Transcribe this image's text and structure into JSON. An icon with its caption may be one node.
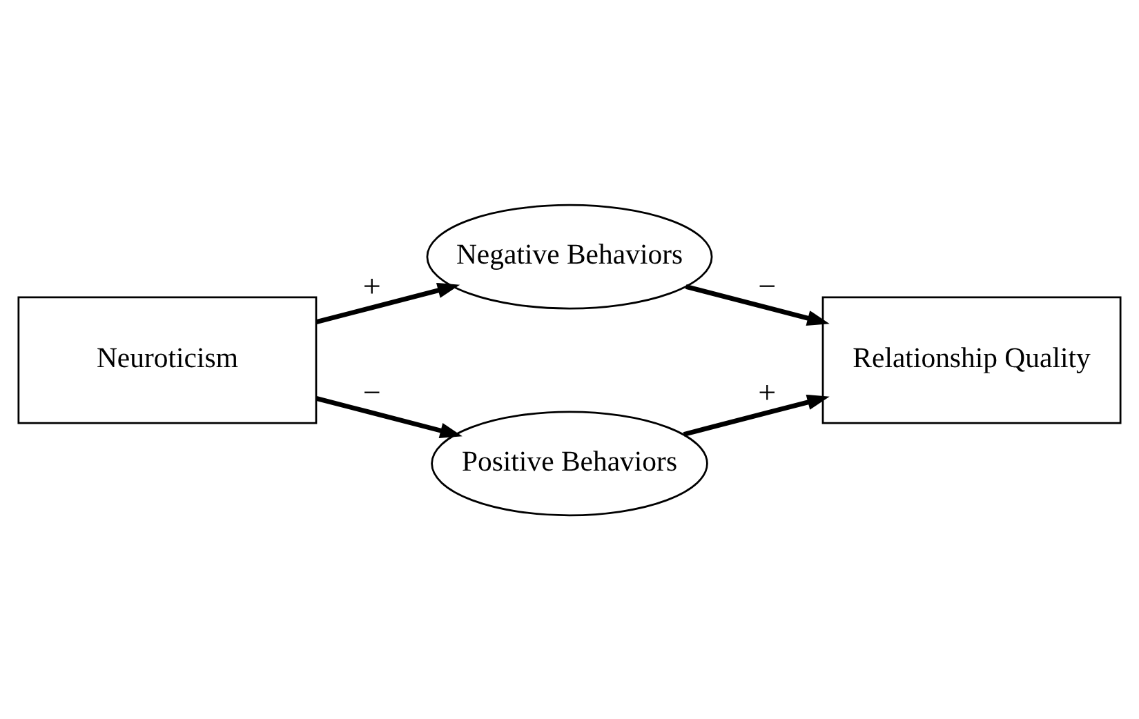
{
  "diagram": {
    "nodes": [
      {
        "text": [
          "Neuroticism"
        ]
      },
      {
        "text": [
          "Negative Behaviors"
        ]
      },
      {
        "text": [
          "Positive Behaviors"
        ]
      },
      {
        "text": [
          "Relationship Quality"
        ]
      }
    ],
    "edges": [
      {
        "from": 0,
        "to": 1,
        "arrow": "to",
        "label": "+"
      },
      {
        "from": 0,
        "to": 2,
        "arrow": "to",
        "label": "−"
      },
      {
        "from": 1,
        "to": 3,
        "arrow": "to",
        "label": "−"
      },
      {
        "from": 2,
        "to": 3,
        "arrow": "to",
        "label": "+"
      }
    ]
  }
}
